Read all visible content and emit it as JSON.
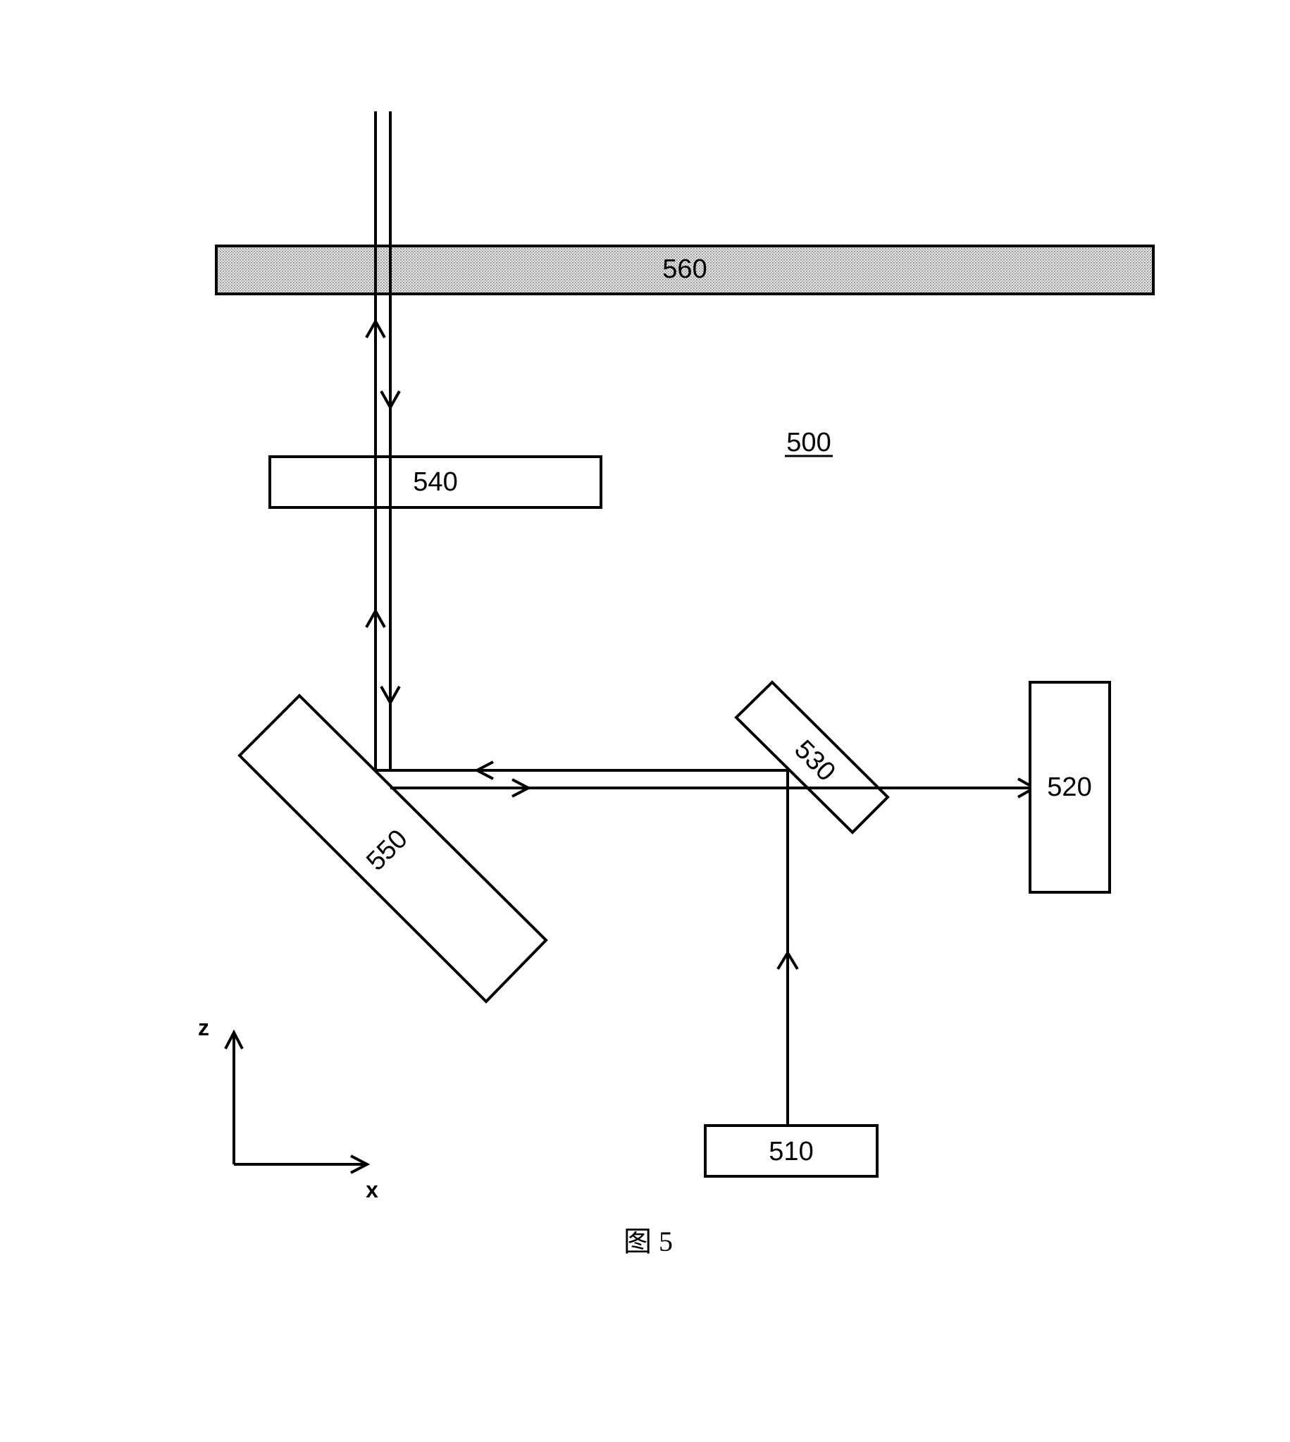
{
  "figure": {
    "label": "500",
    "caption": "图 5"
  },
  "components": {
    "c510": "510",
    "c520": "520",
    "c530": "530",
    "c540": "540",
    "c550": "550",
    "c560": "560"
  },
  "axes": {
    "vertical": "z",
    "horizontal": "x"
  },
  "colors": {
    "line": "#000000",
    "plate_fill": "#d9d9d9"
  }
}
